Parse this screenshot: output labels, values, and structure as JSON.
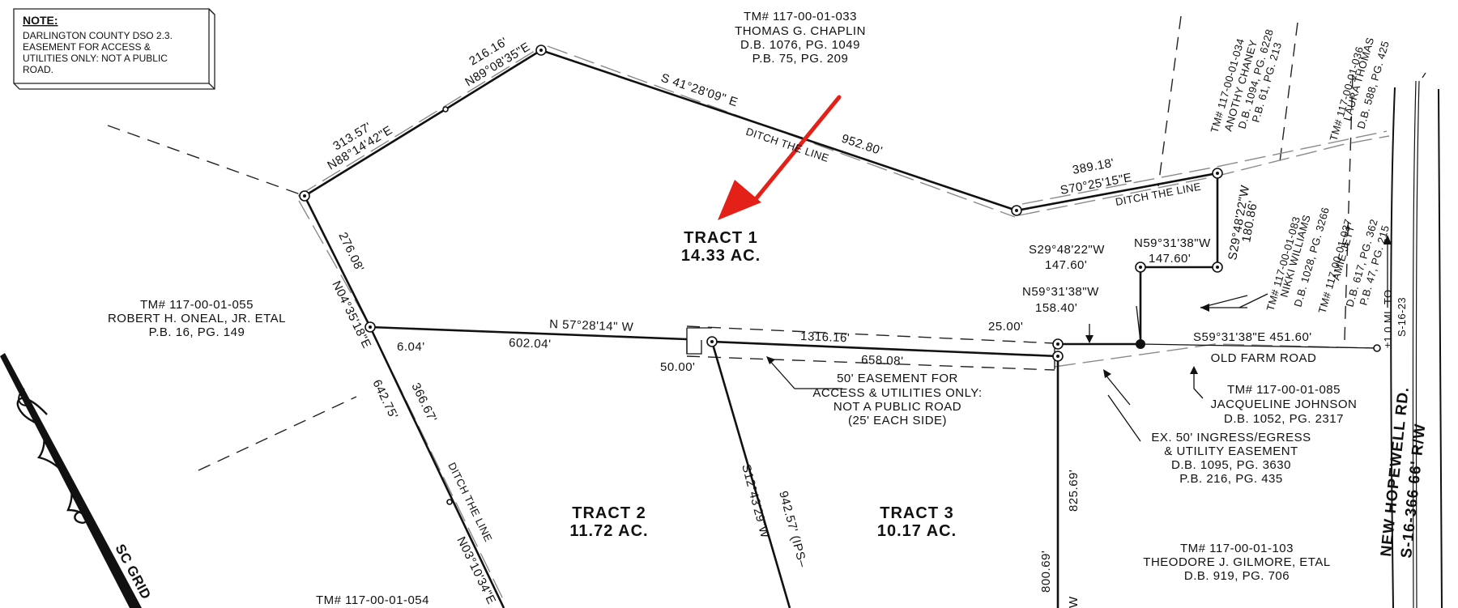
{
  "note": {
    "heading": "NOTE:",
    "lines": [
      "DARLINGTON COUNTY DSO 2.3.",
      "EASEMENT FOR ACCESS &",
      "UTILITIES ONLY: NOT A PUBLIC",
      "ROAD."
    ]
  },
  "tracts": [
    {
      "name": "TRACT  1",
      "area": "14.33  AC."
    },
    {
      "name": "TRACT  2",
      "area": "11.72  AC."
    },
    {
      "name": "TRACT  3",
      "area": "10.17  AC."
    }
  ],
  "parcels": {
    "chaplin": [
      "TM# 117-00-01-033",
      "THOMAS G. CHAPLIN",
      "D.B. 1076, PG. 1049",
      "P.B. 75, PG. 209"
    ],
    "oneal": [
      "TM# 117-00-01-055",
      "ROBERT H. ONEAL, JR. ETAL",
      "P.B. 16, PG. 149"
    ],
    "chaney": [
      "TM# 117-00-01-034",
      "ANOTHY CHANEY",
      "D.B. 1094, PG. 6228",
      "P.B. 61, PG. 213"
    ],
    "thomas": [
      "TM# 117-00-01-036",
      "LAURA THOMAS",
      "D.B. 588, PG. 425"
    ],
    "williams": [
      "TM# 117-00-01-083",
      "NIKKI WILLIAMS",
      "D.B. 1028, PG. 3266"
    ],
    "jett": [
      "TM# 117-00-01-037",
      "AMIE JETT",
      "D.B. 617, PG. 362",
      "P.B. 47, PG. 215"
    ],
    "johnson": [
      "TM# 117-00-01-085",
      "JACQUELINE JOHNSON",
      "D.B. 1052, PG. 2317"
    ],
    "gilmore": [
      "TM# 117-00-01-103",
      "THEODORE J. GILMORE, ETAL",
      "D.B. 919, PG. 706"
    ],
    "bottom": "TM# 117-00-01-054"
  },
  "easement": [
    "50' EASEMENT FOR",
    "ACCESS & UTILITIES ONLY:",
    "NOT A PUBLIC ROAD",
    "(25' EACH SIDE)"
  ],
  "exEasement": [
    "EX. 50' INGRESS/EGRESS",
    "& UTILITY EASEMENT",
    "D.B. 1095, PG. 3630",
    "P.B. 216, PG. 435"
  ],
  "bearings": {
    "b1": "313.57'",
    "b2": "N88°14'42\"E",
    "b3": "216.16'",
    "b4": "N89°08'35\"E",
    "b5": "S 41°28'09\" E",
    "b6": "952.80'",
    "b7": "389.18'",
    "b8": "S70°25'15\"E",
    "b9": "276.08'",
    "b10": "N04°35'18\"E",
    "b11": "6.04'",
    "b12": "N 57°28'14\" W",
    "b13": "602.04'",
    "b14": "1316.16'",
    "b15": "658.08'",
    "b16": "50.00'",
    "b17": "25.00'",
    "b18": "S29°48'22\"W",
    "b19": "147.60'",
    "b20": "N59°31'38\"W",
    "b21": "147.60'",
    "b22": "N59°31'38\"W",
    "b23": "158.40'",
    "b24": "S29°48'22\"W",
    "b25": "180.86'",
    "b26": "S59°31'38\"E  451.60'",
    "b27": "642.75'",
    "b28": "366.67'",
    "b29": "N03°10'34\"E",
    "b30": "S12°43'29\"W",
    "b31": "942.57'  (IPS–",
    "b32": "825.69'",
    "b33": "800.69'",
    "b34": "W"
  },
  "ditch": [
    "DITCH THE LINE",
    "DITCH THE LINE",
    "DITCH THE LINE"
  ],
  "oldFarmRoad": "OLD FARM ROAD",
  "road": [
    "NEW HOPEWELL RD.",
    "S-16-366  66' R/W"
  ],
  "distance": [
    "±1.0 MI. TO",
    "S-16-23"
  ],
  "grid": "SC GRID"
}
